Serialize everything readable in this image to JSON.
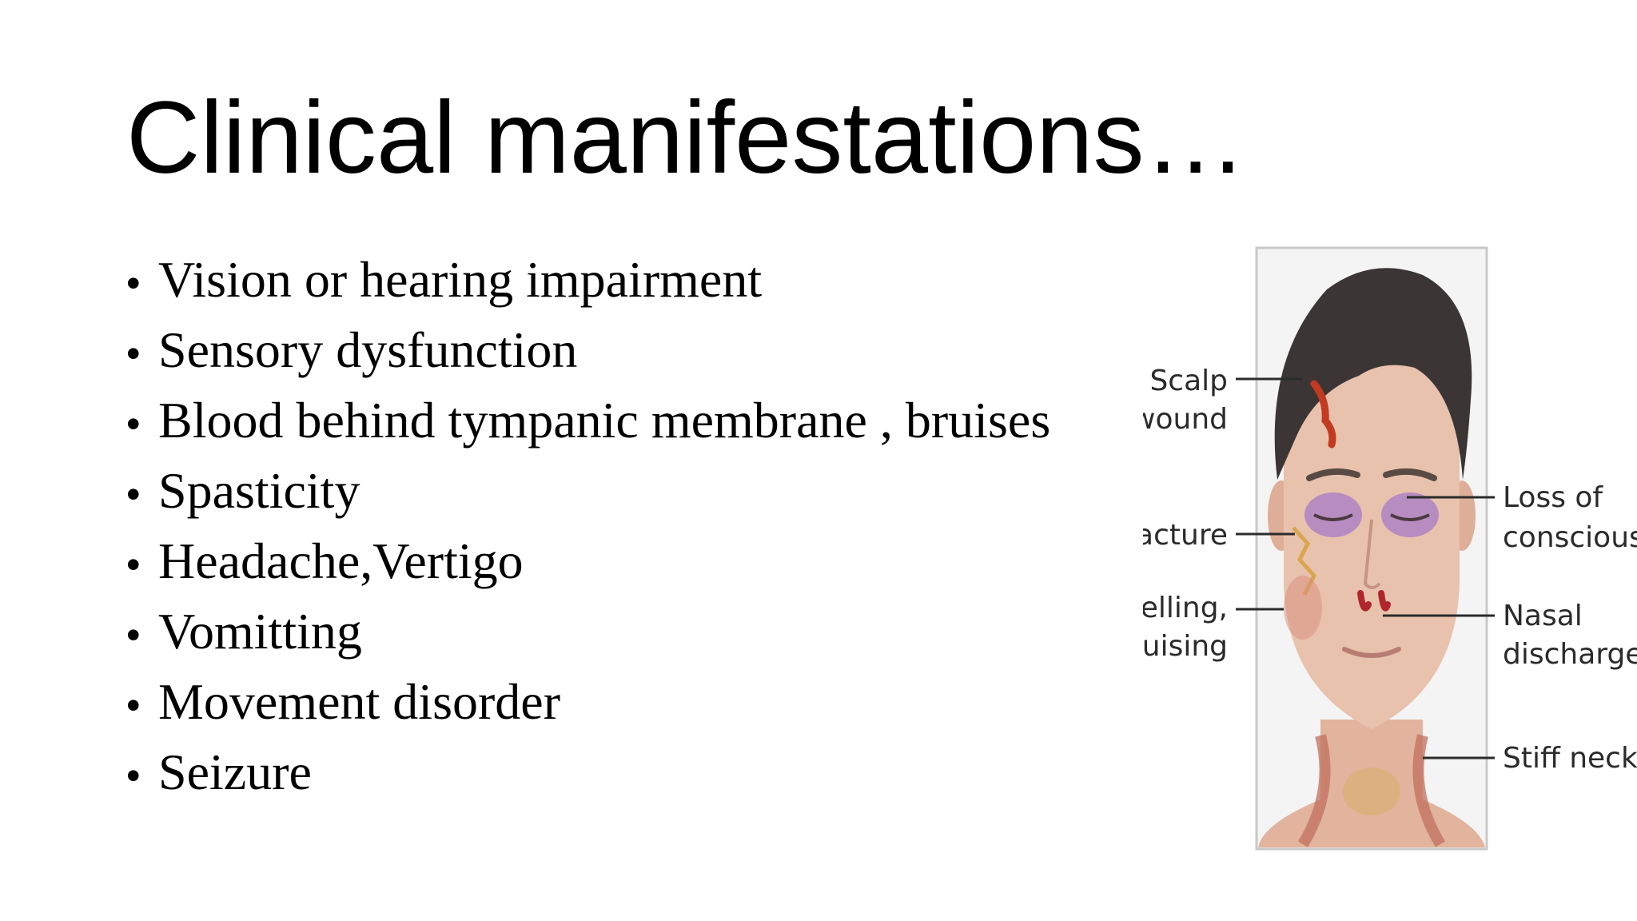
{
  "slide": {
    "title": "Clinical manifestations…",
    "bullet_symbol": "•",
    "bullets": [
      "Vision or hearing impairment",
      "Sensory dysfunction",
      "Blood behind tympanic membrane , bruises",
      "Spasticity",
      "Headache,Vertigo",
      "Vomitting",
      "Movement disorder",
      "Seizure"
    ]
  },
  "figure": {
    "labels": {
      "scalp_wound_line1": "Scalp",
      "scalp_wound_line2": "wound",
      "fracture": "Fracture",
      "swelling_line1": "Swelling,",
      "swelling_line2": "bruising",
      "loss_line1": "Loss of",
      "loss_line2": "consciousness",
      "nasal_line1": "Nasal",
      "nasal_line2": "discharge",
      "stiff_neck": "Stiff neck"
    },
    "colors": {
      "skin": "#e8c2ad",
      "hair": "#3b3535",
      "bruise": "#a77ac8",
      "blood": "#b0262b",
      "frame": "#c9c9c9"
    }
  }
}
